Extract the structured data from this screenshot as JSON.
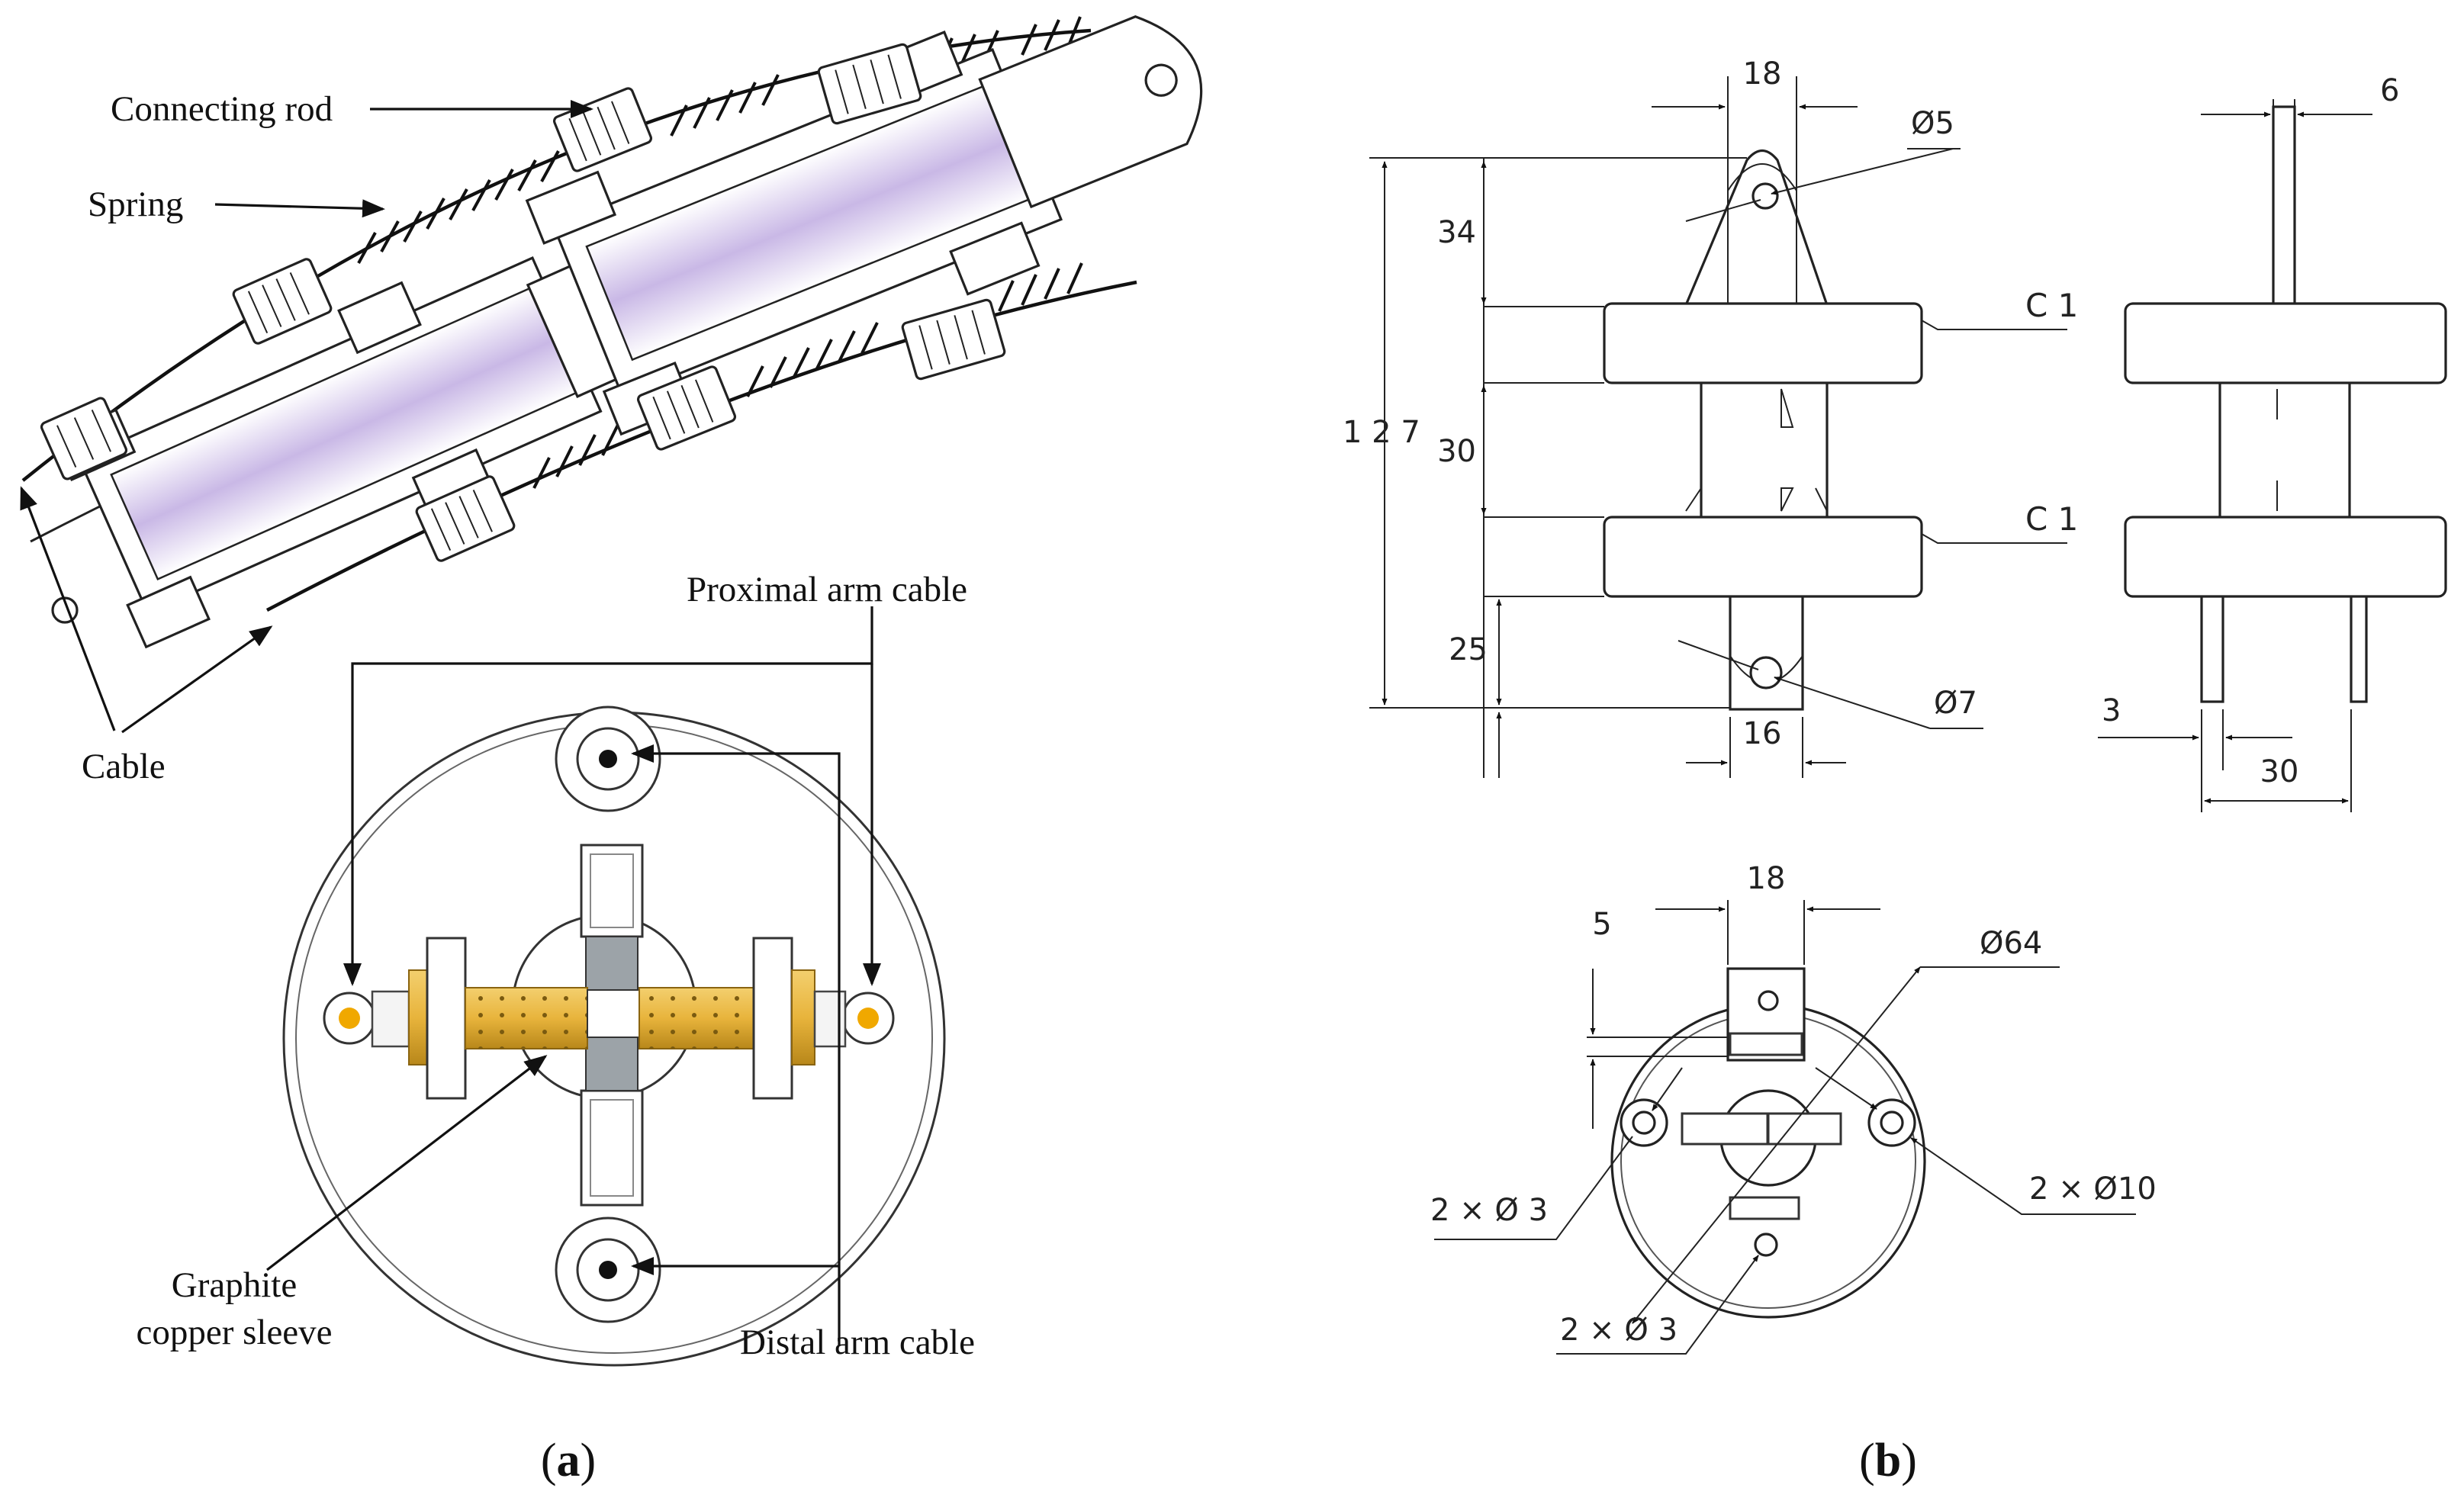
{
  "panel_a": {
    "caption": "(a)",
    "caption_letter": "a",
    "labels": {
      "connecting_rod": "Connecting rod",
      "spring": "Spring",
      "cable": "Cable",
      "proximal_arm_cable": "Proximal arm cable",
      "distal_arm_cable": "Distal arm cable",
      "graphite_line1": "Graphite",
      "graphite_line2": "copper sleeve"
    },
    "colors": {
      "sleeve": "#e8b43c",
      "sleeve_dark": "#b8871a",
      "cable_dot": "#f0a800",
      "rod_shade": "#c9b8e6"
    }
  },
  "panel_b": {
    "caption": "(b)",
    "caption_letter": "b",
    "front_view": {
      "top_width": "18",
      "hole_top": "Ø5",
      "height_top": "34",
      "overall_height": "1 2 7",
      "height_mid": "30",
      "height_bottom": "25",
      "chamfer_upper": "C 1",
      "chamfer_lower": "C 1",
      "hole_bottom": "Ø7",
      "bottom_width": "16"
    },
    "side_view": {
      "top_thickness": "6",
      "bottom_thickness": "3",
      "bottom_width": "30"
    },
    "top_view": {
      "slot_width": "18",
      "offset": "5",
      "diameter": "Ø64",
      "holes_left": "2 × Ø 3",
      "holes_right": "2 × Ø10",
      "holes_bottom": "2 × Ø 3"
    }
  }
}
